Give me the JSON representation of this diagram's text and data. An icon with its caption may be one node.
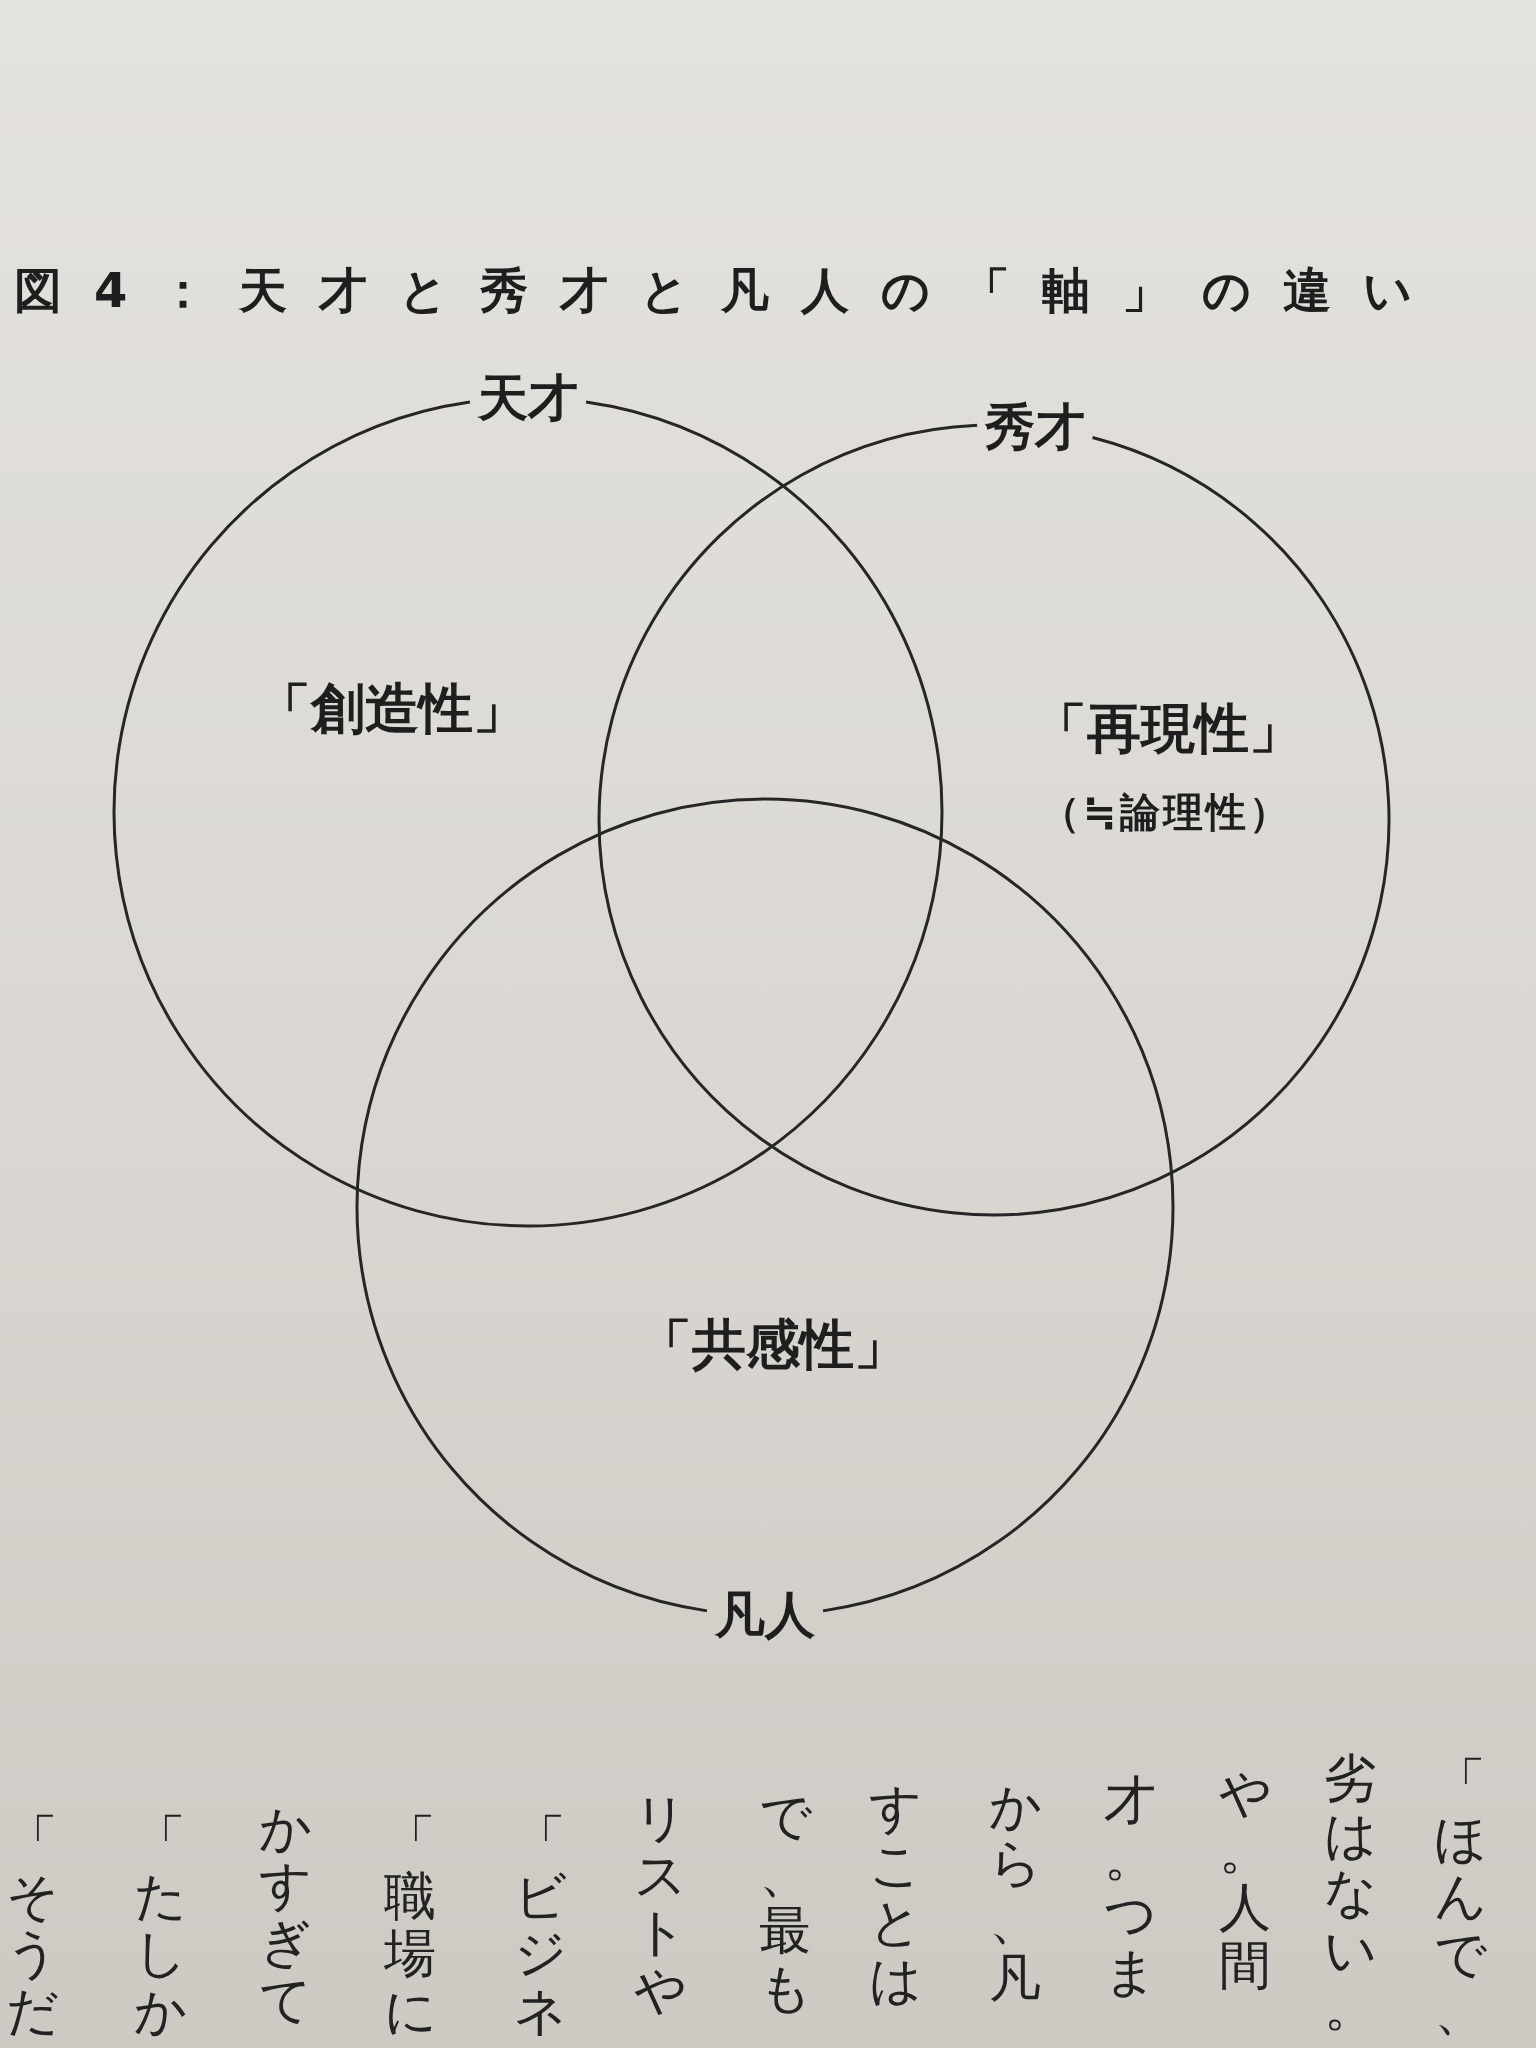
{
  "diagram": {
    "title": "図4：天才と秀才と凡人の「軸」の違い",
    "nodes": [
      {
        "text": [
          "天才",
          "「創造性」"
        ]
      },
      {
        "text": [
          "秀才",
          "「再現性」",
          "（≒論理性）"
        ]
      },
      {
        "text": [
          "「共感性」",
          "凡人"
        ]
      }
    ],
    "labels": [
      "「ほんで、",
      "劣はない。",
      "や。人間",
      "才。つま",
      "から、凡",
      "すことは",
      "で、最も",
      "リストや",
      "「ビジネ",
      "「職場に",
      "かすぎて",
      "「たしか",
      "「そうだ"
    ]
  }
}
